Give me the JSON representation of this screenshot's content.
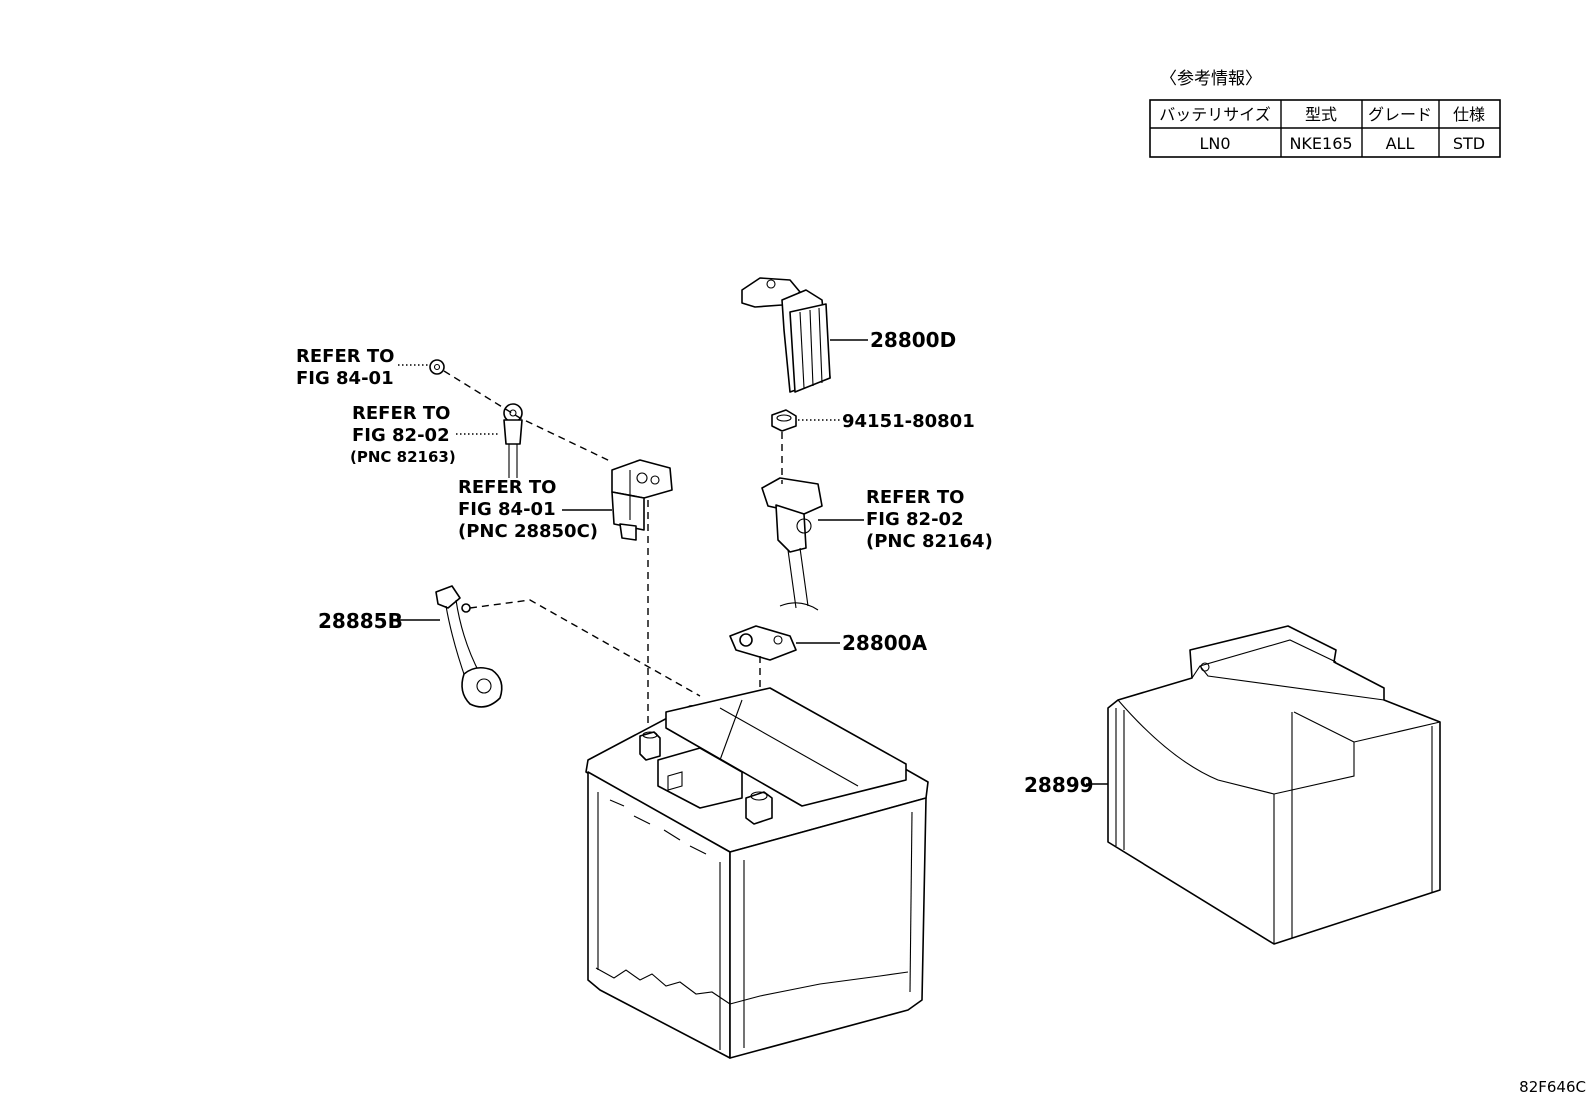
{
  "reference_info": {
    "heading": "〈参考情報〉",
    "columns": [
      "バッテリサイズ",
      "型式",
      "グレード",
      "仕様"
    ],
    "row": [
      "LN0",
      "NKE165",
      "ALL",
      "STD"
    ]
  },
  "callouts": {
    "part_28800D": "28800D",
    "part_94151": "94151-80801",
    "part_28800A": "28800A",
    "part_28885B": "28885B",
    "part_28899": "28899",
    "ref1": {
      "line1": "REFER TO",
      "line2": "FIG 84-01"
    },
    "ref2": {
      "line1": "REFER TO",
      "line2": "FIG 82-02",
      "line3": "(PNC 82163)"
    },
    "ref3": {
      "line1": "REFER TO",
      "line2": "FIG 84-01",
      "line3": "(PNC 28850C)"
    },
    "ref4": {
      "line1": "REFER TO",
      "line2": "FIG 82-02",
      "line3": "(PNC 82164)"
    }
  },
  "figure_code": "82F646C"
}
